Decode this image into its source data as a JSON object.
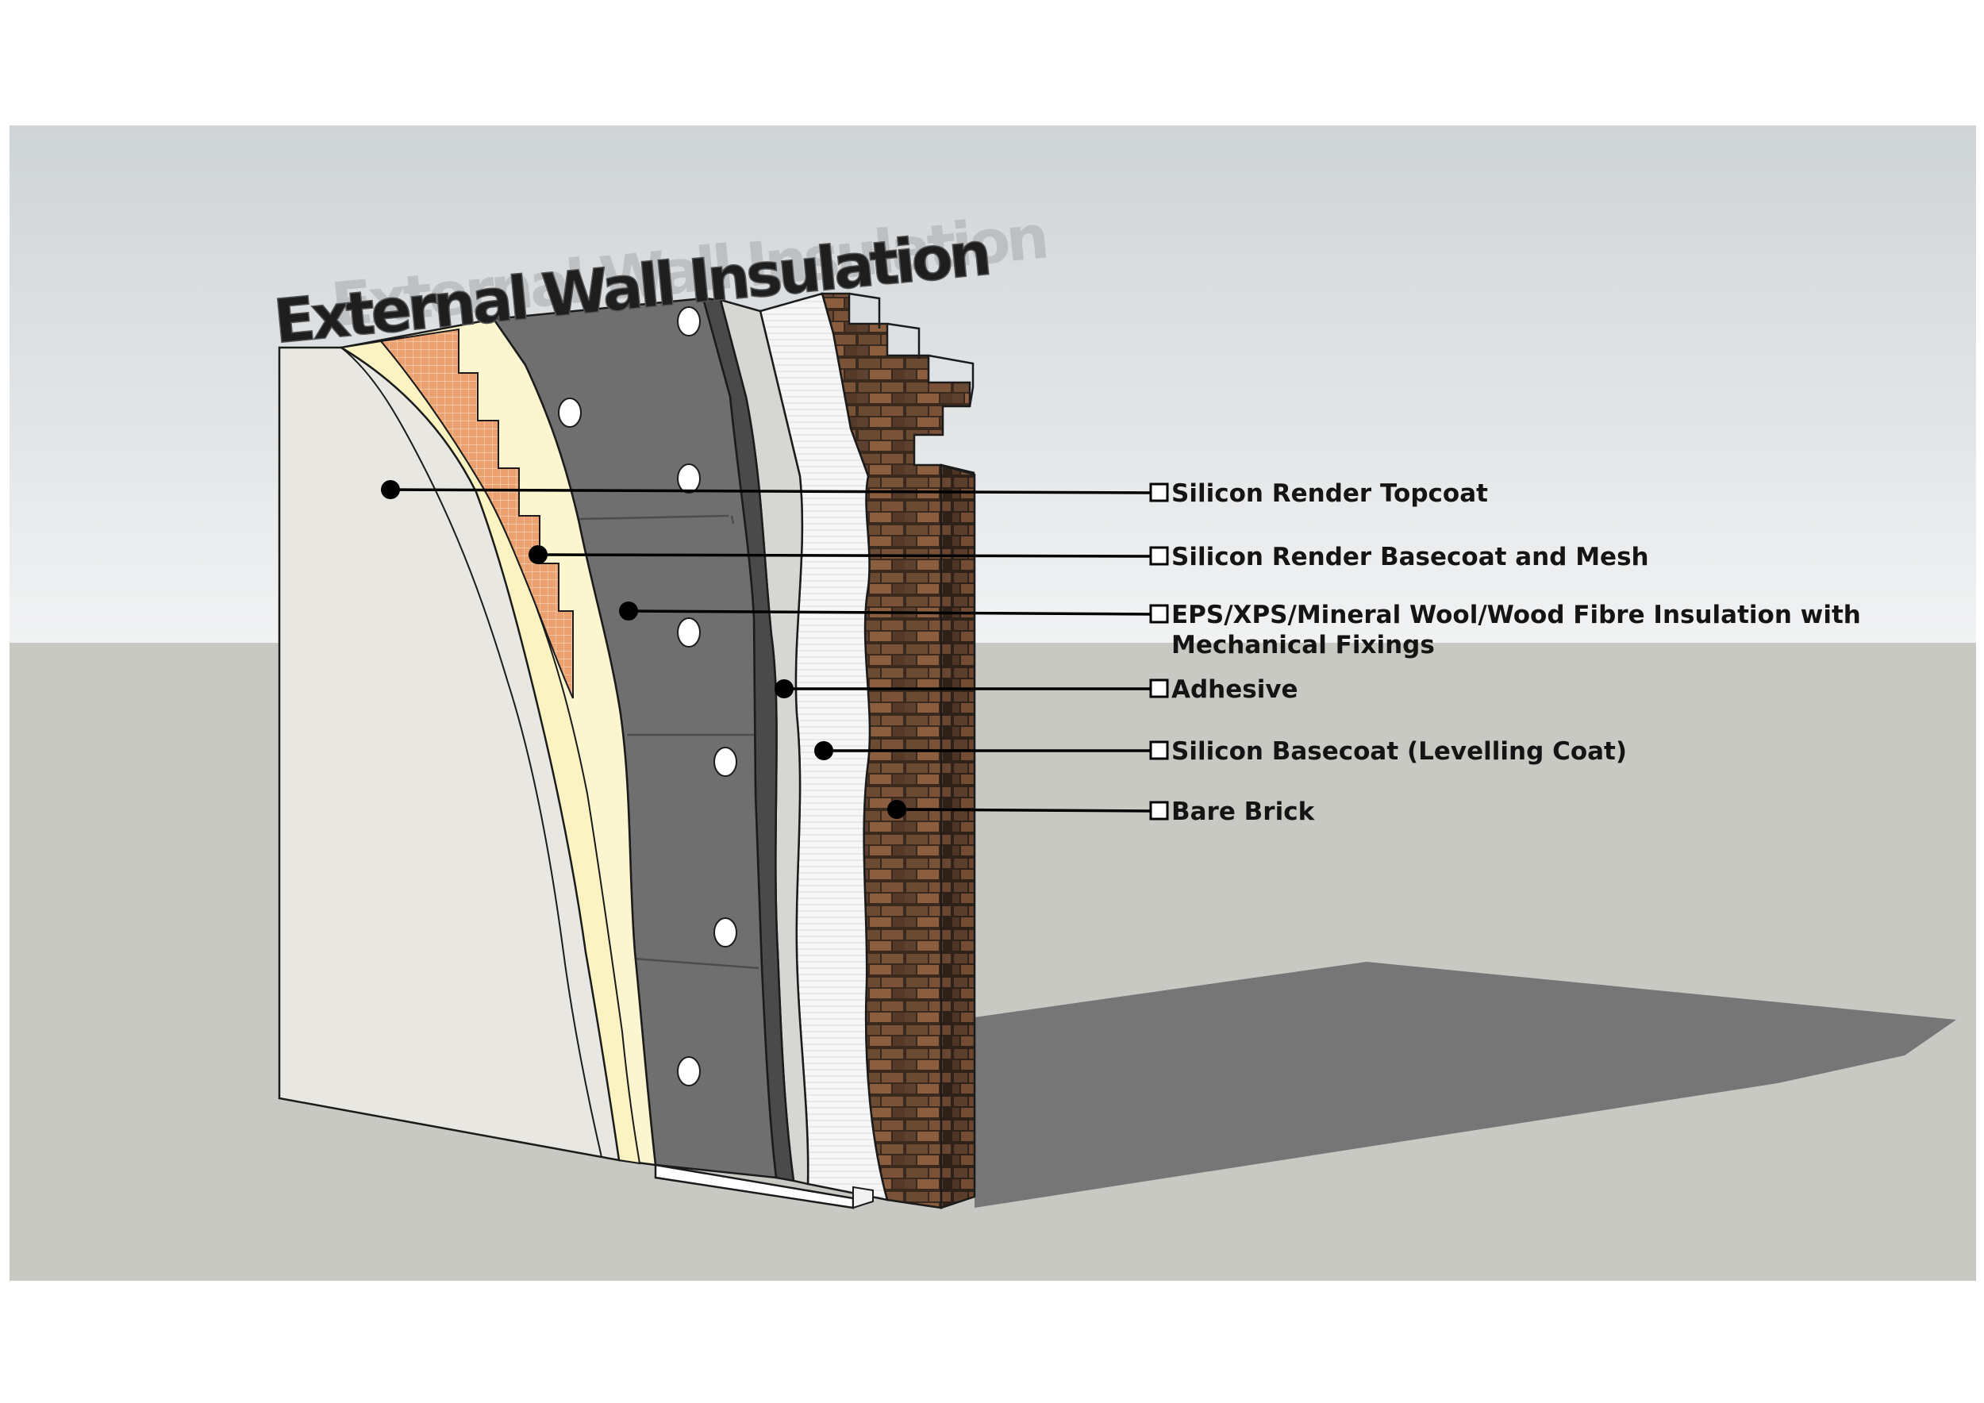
{
  "title": "External Wall Insulation",
  "colors": {
    "sky_top": "#cfd4d7",
    "sky_bottom": "#f1f2f3",
    "ground": "#c9c9c4",
    "shadow": "#767676",
    "topcoat": "#e8e7e2",
    "basecoat": "#fbf6cf",
    "mesh": "#eaa06f",
    "insulation": "#6f6f6f",
    "adhesive": "#d6d6d3",
    "levelling": "#f4f4f4",
    "brick": "#5a3a26",
    "leader": "#000000"
  },
  "legend": [
    {
      "id": "topcoat",
      "lines": [
        "Silicon Render Topcoat"
      ]
    },
    {
      "id": "basecoat-mesh",
      "lines": [
        "Silicon Render Basecoat and Mesh"
      ]
    },
    {
      "id": "insulation",
      "lines": [
        "EPS/XPS/Mineral Wool/Wood Fibre Insulation with",
        "Mechanical Fixings"
      ]
    },
    {
      "id": "adhesive",
      "lines": [
        "Adhesive"
      ]
    },
    {
      "id": "levelling",
      "lines": [
        "Silicon Basecoat (Levelling Coat)"
      ]
    },
    {
      "id": "brick",
      "lines": [
        "Bare Brick"
      ]
    }
  ]
}
